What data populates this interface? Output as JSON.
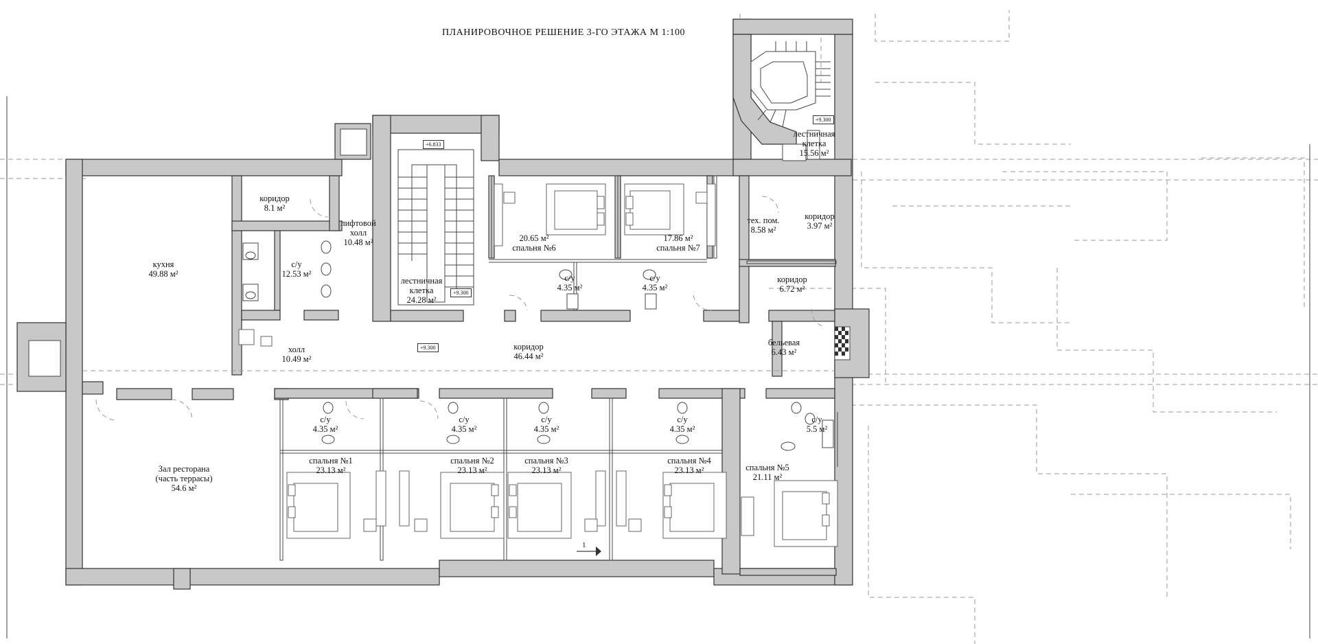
{
  "title": "ПЛАНИРОВОЧНОЕ РЕШЕНИЕ 3-ГО ЭТАЖА   М 1:100",
  "elevations": {
    "stair_top": "+6.833",
    "stair_level": "+9.300",
    "corridor_level": "+9.300",
    "tower_level": "+9.300"
  },
  "section_mark": "1",
  "rooms": {
    "koridor_top": {
      "name": "коридор",
      "area": "8.1 м²"
    },
    "lift_hall": {
      "name1": "лифтовой",
      "name2": "холл",
      "area": "10.48 м²"
    },
    "kitchen": {
      "name": "кухня",
      "area": "49.88 м²"
    },
    "wc_large": {
      "name": "с/у",
      "area": "12.53 м²"
    },
    "staircase_main": {
      "name1": "лестничная",
      "name2": "клетка",
      "area": "24.28 м²"
    },
    "bedroom6": {
      "name": "спальня №6",
      "area": "20.65 м²"
    },
    "bedroom7": {
      "name": "спальня №7",
      "area": "17.86 м²"
    },
    "wc6": {
      "name": "с/у",
      "area": "4.35 м²"
    },
    "wc7": {
      "name": "с/у",
      "area": "4.35 м²"
    },
    "tech": {
      "name": "тех. пом.",
      "area": "8.58 м²"
    },
    "koridor_right": {
      "name": "коридор",
      "area": "3.97 м²"
    },
    "koridor_mid": {
      "name": "коридор",
      "area": "6.72 м²"
    },
    "staircase_tower": {
      "name1": "лестничная",
      "name2": "клетка",
      "area": "15.56 м²"
    },
    "hall": {
      "name": "холл",
      "area": "10.49 м²"
    },
    "corridor_main": {
      "name": "коридор",
      "area": "46.44 м²"
    },
    "linen": {
      "name": "бельевая",
      "area": "6.43 м²"
    },
    "wc1": {
      "name": "с/у",
      "area": "4.35 м²"
    },
    "wc2": {
      "name": "с/у",
      "area": "4.35 м²"
    },
    "wc3": {
      "name": "с/у",
      "area": "4.35 м²"
    },
    "wc4": {
      "name": "с/у",
      "area": "4.35 м²"
    },
    "wc5": {
      "name": "с/у",
      "area": "5.5 м²"
    },
    "bedroom1": {
      "name": "спальня №1",
      "area": "23.13 м²"
    },
    "bedroom2": {
      "name": "спальня №2",
      "area": "23.13 м²"
    },
    "bedroom3": {
      "name": "спальня №3",
      "area": "23.13 м²"
    },
    "bedroom4": {
      "name": "спальня №4",
      "area": "23.13 м²"
    },
    "bedroom5": {
      "name": "спальня №5",
      "area": "21.11 м²"
    },
    "restaurant": {
      "name1": "Зал ресторана",
      "name2": "(часть террасы)",
      "area": "54.6 м²"
    }
  }
}
